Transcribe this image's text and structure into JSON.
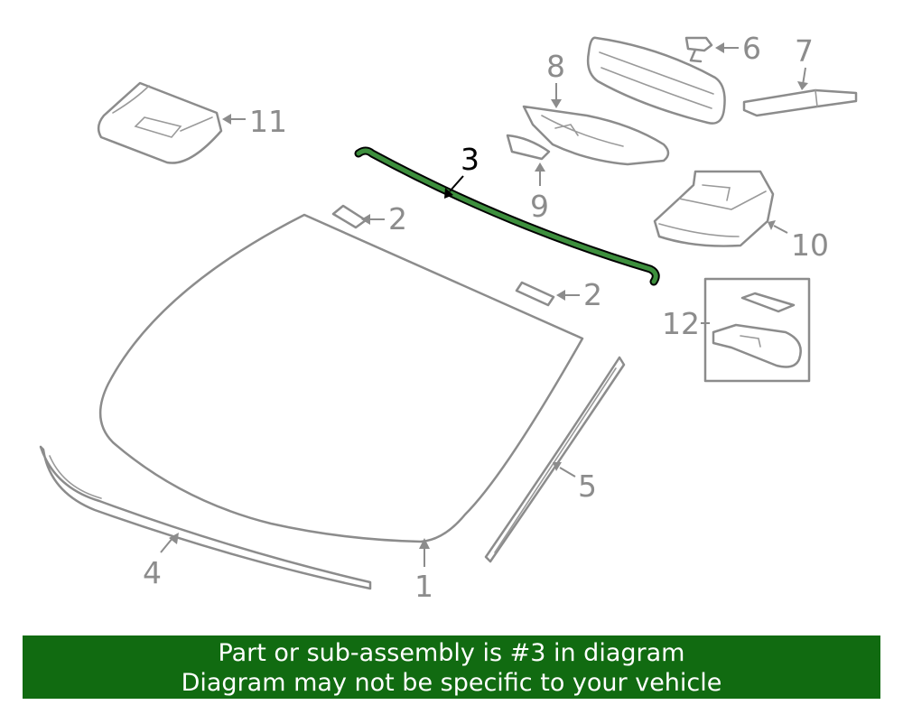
{
  "callouts": {
    "c1": "1",
    "c2a": "2",
    "c2b": "2",
    "c3": "3",
    "c4": "4",
    "c5": "5",
    "c6": "6",
    "c7": "7",
    "c8": "8",
    "c9": "9",
    "c10": "10",
    "c11": "11",
    "c12": "12"
  },
  "highlight": {
    "part": "3",
    "color": "#116b11"
  },
  "banner": {
    "line1": "Part or sub-assembly is #3 in diagram",
    "line2": "Diagram may not be specific to your vehicle",
    "background": "#116b11"
  }
}
